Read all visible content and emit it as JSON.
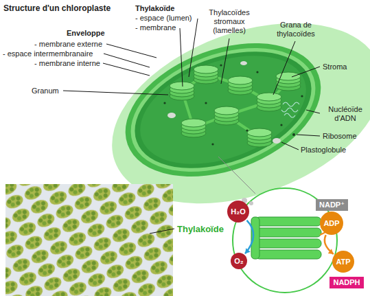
{
  "diagram": {
    "title": "Structure d'un chloroplaste",
    "nodes": [
      {
        "text": [
          "NADP⁺"
        ]
      },
      {
        "text": [
          "H₂O"
        ]
      },
      {
        "text": [
          "ADP"
        ]
      },
      {
        "text": [
          "O₂"
        ]
      },
      {
        "text": [
          "ATP"
        ]
      },
      {
        "text": [
          "NADPH"
        ]
      }
    ],
    "edges": [
      {
        "from": 1,
        "to": 3,
        "arrow": "to"
      },
      {
        "from": 2,
        "to": 4,
        "arrow": "to"
      }
    ],
    "labels": [
      "Thylakoïde",
      "- espace (lumen)",
      "- membrane",
      "Thylacoïdes stromaux (lamelles)",
      "Grana de thylacoïdes",
      "Enveloppe",
      "- membrane externe",
      "- espace intermembranaire",
      "- membrane interne",
      "Stroma",
      "Granum",
      "Nucléoïde d'ADN",
      "Ribosome",
      "Plastoglobule",
      "Thylakoïde"
    ]
  }
}
